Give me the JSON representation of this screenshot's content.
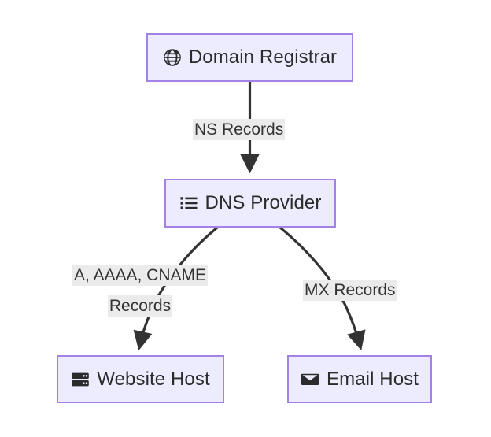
{
  "diagram": {
    "type": "flowchart",
    "direction": "top-down",
    "background_color": "#ffffff",
    "node_fill_color": "#ececfe",
    "node_border_color": "#a382e3",
    "edge_color": "#333333",
    "edge_label_background": "#ebebeb",
    "text_color": "#2b2b2b",
    "nodes": [
      {
        "id": "registrar",
        "label": "Domain Registrar",
        "icon": "globe-icon"
      },
      {
        "id": "dns",
        "label": "DNS Provider",
        "icon": "list-icon"
      },
      {
        "id": "web",
        "label": "Website Host",
        "icon": "server-icon"
      },
      {
        "id": "email",
        "label": "Email Host",
        "icon": "envelope-icon"
      }
    ],
    "edges": [
      {
        "id": "ns",
        "from": "registrar",
        "to": "dns",
        "label": "NS Records"
      },
      {
        "id": "acname",
        "from": "dns",
        "to": "web",
        "label_line1": "A, AAAA, CNAME",
        "label_line2": "Records"
      },
      {
        "id": "mx",
        "from": "dns",
        "to": "email",
        "label": "MX Records"
      }
    ]
  }
}
